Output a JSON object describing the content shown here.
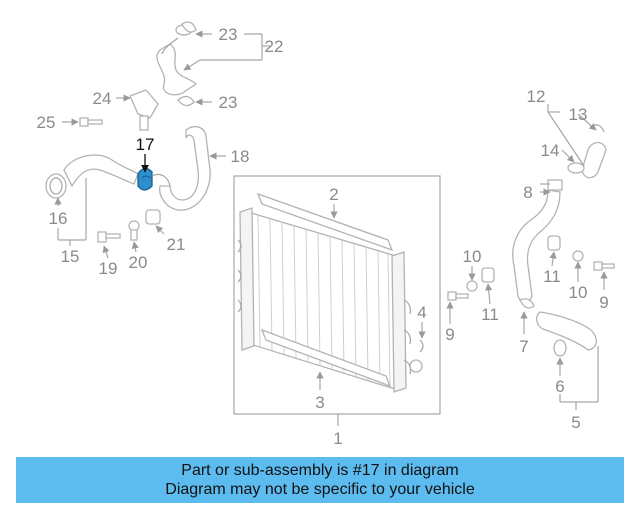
{
  "banner": {
    "line1": "Part or sub-assembly is #17 in diagram",
    "line2": "Diagram may not be specific to your vehicle"
  },
  "highlight_color": "#2e8fd0",
  "banner_color": "#5cbcf0",
  "labels": {
    "l1": "1",
    "l2": "2",
    "l3": "3",
    "l4": "4",
    "l5": "5",
    "l6": "6",
    "l7": "7",
    "l8": "8",
    "l9a": "9",
    "l9b": "9",
    "l10a": "10",
    "l10b": "10",
    "l11a": "11",
    "l11b": "11",
    "l12": "12",
    "l13": "13",
    "l14": "14",
    "l15": "15",
    "l16": "16",
    "l17": "17",
    "l18": "18",
    "l19": "19",
    "l20": "20",
    "l21": "21",
    "l22": "22",
    "l23a": "23",
    "l23b": "23",
    "l24": "24",
    "l25": "25"
  }
}
